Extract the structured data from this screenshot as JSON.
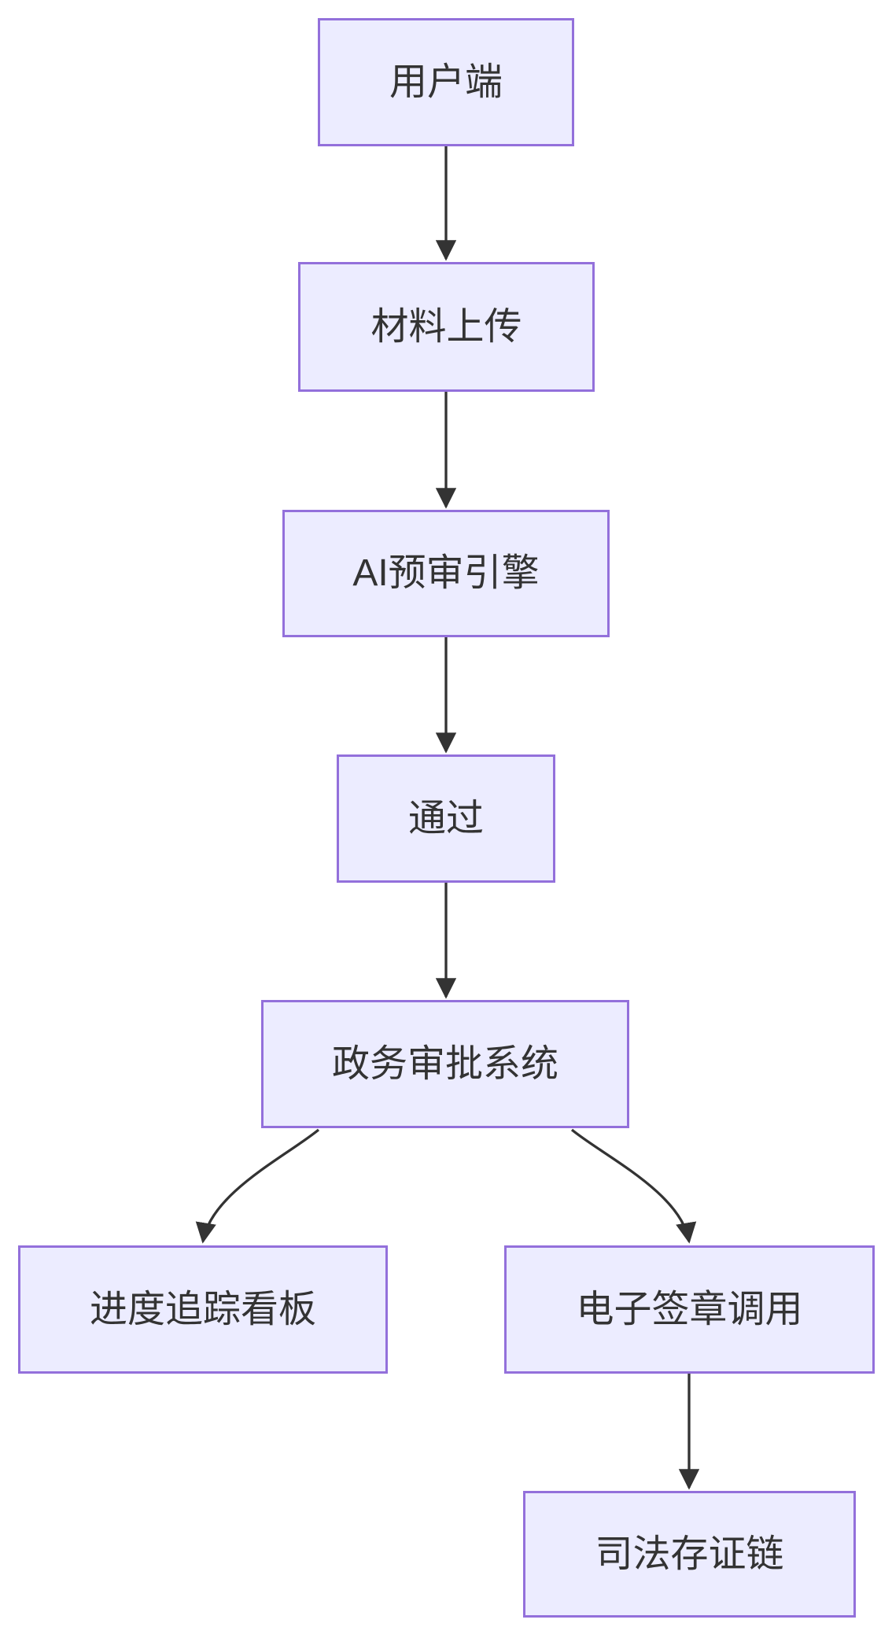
{
  "diagram": {
    "type": "flowchart",
    "direction": "top-down",
    "nodes": [
      {
        "id": "user",
        "label": "用户端"
      },
      {
        "id": "upload",
        "label": "材料上传"
      },
      {
        "id": "ai_engine",
        "label": "AI预审引擎"
      },
      {
        "id": "pass",
        "label": "通过"
      },
      {
        "id": "gov_system",
        "label": "政务审批系统"
      },
      {
        "id": "progress_board",
        "label": "进度追踪看板"
      },
      {
        "id": "esign_call",
        "label": "电子签章调用"
      },
      {
        "id": "judicial_chain",
        "label": "司法存证链"
      }
    ],
    "edges": [
      {
        "from": "用户端",
        "to": "材料上传"
      },
      {
        "from": "材料上传",
        "to": "AI预审引擎"
      },
      {
        "from": "AI预审引擎",
        "to": "通过"
      },
      {
        "from": "通过",
        "to": "政务审批系统"
      },
      {
        "from": "政务审批系统",
        "to": "进度追踪看板"
      },
      {
        "from": "政务审批系统",
        "to": "电子签章调用"
      },
      {
        "from": "电子签章调用",
        "to": "司法存证链"
      }
    ]
  },
  "theme": {
    "background": "#FFFFFF",
    "node_fill": "#ECECFF",
    "node_border": "#9370DB",
    "edge_color": "#333333",
    "text_color": "#333333"
  }
}
